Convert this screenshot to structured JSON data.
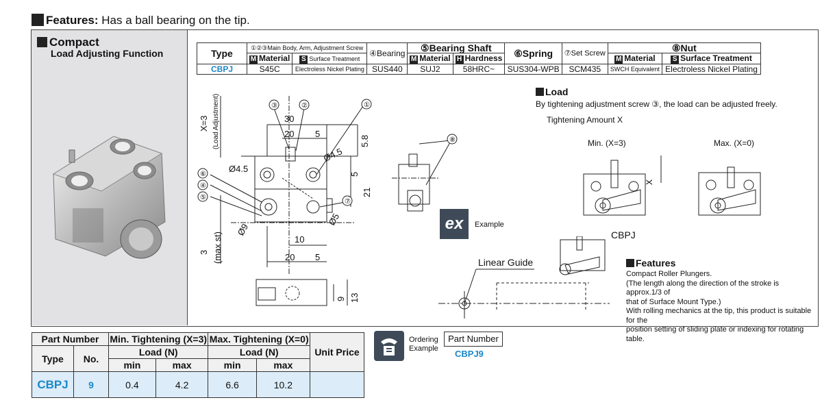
{
  "features": {
    "label": "Features:",
    "text": "Has a ball bearing on the tip."
  },
  "compact": {
    "title": "Compact",
    "subtitle": "Load Adjusting Function"
  },
  "spec_table": {
    "type_header": "Type",
    "group1_header": "①②③Main Body, Arm, Adjustment Screw",
    "material_label": "Material",
    "surface_label": "Surface Treatment",
    "bearing_header": "④Bearing",
    "shaft_header": "⑤Bearing Shaft",
    "hardness_label": "Hardness",
    "spring_header": "⑥Spring",
    "setscrew_header": "⑦Set Screw",
    "nut_header": "⑧Nut",
    "mark_m": "M",
    "mark_s": "S",
    "mark_h": "H",
    "row": {
      "type": "CBPJ",
      "material": "S45C",
      "surface": "Electroless Nickel Plating",
      "bearing": "SUS440",
      "shaft_material": "SUJ2",
      "shaft_hardness": "58HRC~",
      "spring": "SUS304-WPB",
      "setscrew": "SCM435",
      "nut_material": "SWCH Equivalent",
      "nut_surface": "Electroless Nickel Plating"
    }
  },
  "drawing": {
    "dims": [
      "30",
      "20",
      "5",
      "5.8",
      "Ø4.5",
      "Ø4.5",
      "5",
      "21",
      "10",
      "20",
      "5",
      "Ø5",
      "Ø9",
      "9",
      "13"
    ],
    "x_label": "X=3",
    "load_adj": "(Load Adjustment)",
    "max_st": "(max st)",
    "st_val": "3",
    "callouts": [
      "①",
      "②",
      "③",
      "④",
      "⑤",
      "⑥",
      "⑦",
      "⑧"
    ]
  },
  "load": {
    "title": "Load",
    "desc": "By tightening adjustment screw ③, the load can be adjusted freely.",
    "tightening": "Tightening Amount X",
    "min_label": "Min. (X=3)",
    "max_label": "Max. (X=0)",
    "x_mark": "X"
  },
  "example": {
    "badge": "ex",
    "label": "Example",
    "linear_guide": "Linear Guide",
    "cbpj": "CBPJ"
  },
  "features_box": {
    "title": "Features",
    "line1": "Compact Roller Plungers.",
    "line2": "(The length along the direction of the stroke is approx.1/3 of",
    "line3": "that of Surface Mount Type.)",
    "line4": "With rolling mechanics at the tip, this product is suitable for the",
    "line5": "position setting of sliding plate or indexing for rotating table."
  },
  "bottom_table": {
    "part_number": "Part Number",
    "min_tight": "Min. Tightening (X=3)",
    "max_tight": "Max. Tightening (X=0)",
    "load_n": "Load (N)",
    "unit_price": "Unit Price",
    "type": "Type",
    "no": "No.",
    "min": "min",
    "max": "max",
    "row": {
      "type": "CBPJ",
      "no": "9",
      "min1": "0.4",
      "max1": "4.2",
      "min2": "6.6",
      "max2": "10.2",
      "price": ""
    }
  },
  "ordering": {
    "label1": "Ordering",
    "label2": "Example",
    "pn_label": "Part Number",
    "pn_value": "CBPJ9"
  }
}
